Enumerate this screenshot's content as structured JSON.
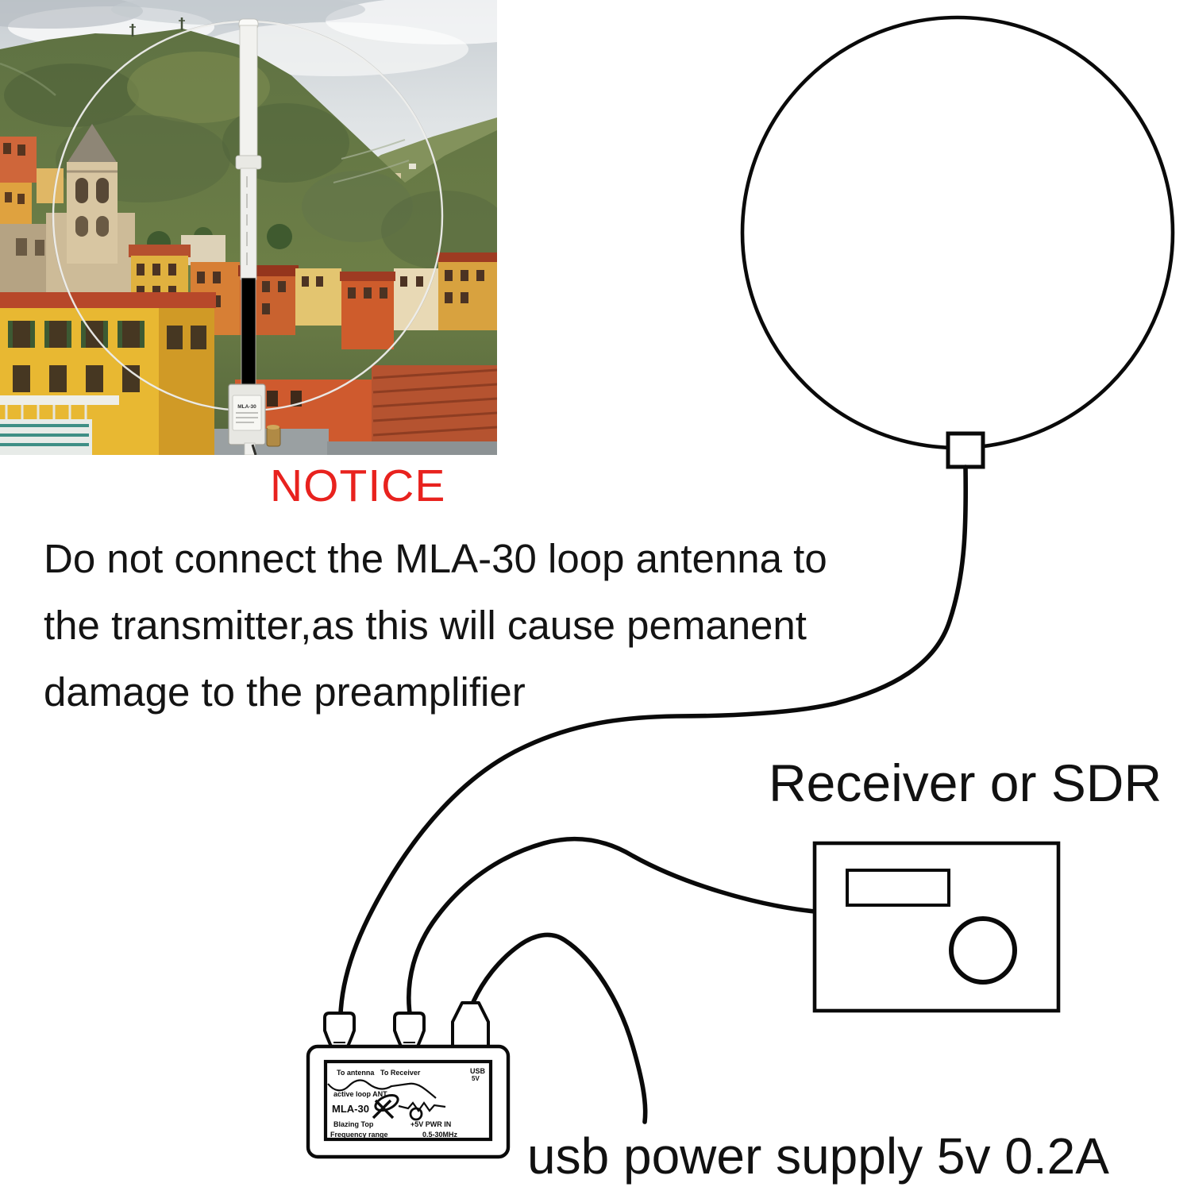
{
  "notice": {
    "title": "NOTICE",
    "title_color": "#e8221e",
    "lines": [
      "Do not connect the MLA-30 loop antenna to",
      "the transmitter,as this will cause pemanent",
      "damage to the preamplifier"
    ]
  },
  "diagram": {
    "receiver_label": "Receiver or SDR",
    "usb_power_label": "usb power supply 5v 0.2A",
    "ink_color": "#0a0a0a"
  },
  "preamp_label": {
    "port_antenna": "To antenna",
    "port_receiver": "To Receiver",
    "usb": "USB",
    "usb2": "5V",
    "line_active": "active loop ANT",
    "model": "MLA-30",
    "line_blazing": "Blazing Top",
    "power": "+5V PWR IN",
    "freq": "Frequency range",
    "freq_value": "0.5-30MHz"
  },
  "photo": {
    "box_label": "MLA-30"
  }
}
